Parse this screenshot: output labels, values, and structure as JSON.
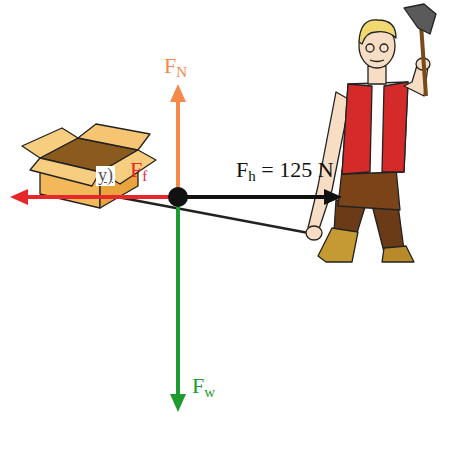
{
  "diagram": {
    "labels": [
      "y)",
      "FN",
      "Ff",
      "Fh = 125 N",
      "Fw"
    ]
  }
}
